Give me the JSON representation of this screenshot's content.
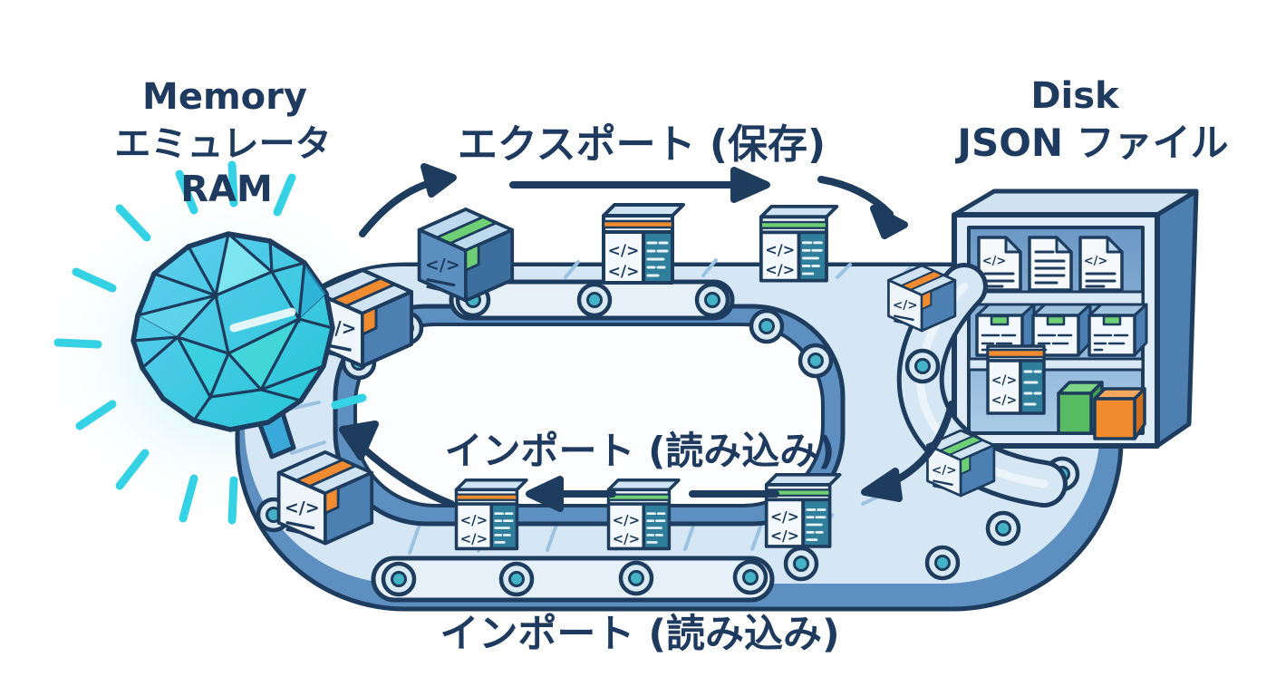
{
  "scene": {
    "background": "#ffffff",
    "memory_node": {
      "label_line1": "Memory",
      "label_line2": "エミュレータ",
      "label_line3": "RAM",
      "icon": "low-poly-brain"
    },
    "disk_node": {
      "label_line1": "Disk",
      "label_line2": "JSON ファイル",
      "icon": "storage-cabinet"
    },
    "flows": {
      "export_label": "エクスポート (保存)",
      "export_direction": "right",
      "import_label": "インポート (読み込み)",
      "import_direction": "left",
      "import_label_bottom": "インポート (読み込み)"
    },
    "package_glyph": "</>",
    "conveyor": {
      "type": "closed-loop-belt",
      "top_belt_boxes": 5,
      "bottom_belt_boxes": 5,
      "box_tape_colors": [
        "orange",
        "green"
      ]
    },
    "cabinet": {
      "shelf1_items": [
        "code-file",
        "text-file",
        "code-file"
      ],
      "shelf2_items": [
        "archive-box",
        "archive-box",
        "archive-box"
      ],
      "shelf3_items": [
        "code-package-box",
        "green-cube",
        "orange-cube"
      ]
    },
    "colors": {
      "text": "#1f3a5f",
      "outline": "#1d3c5e",
      "belt_surface": "#d5e7f4",
      "belt_side": "#5d8fc0",
      "roller_core": "#45b3c6",
      "tape_orange": "#f08b30",
      "tape_green": "#6fcf74",
      "brain_cyan": "#3ecde8",
      "panel_teal": "#2f7e9c",
      "cabinet_blue": "#4d7fb0"
    }
  }
}
